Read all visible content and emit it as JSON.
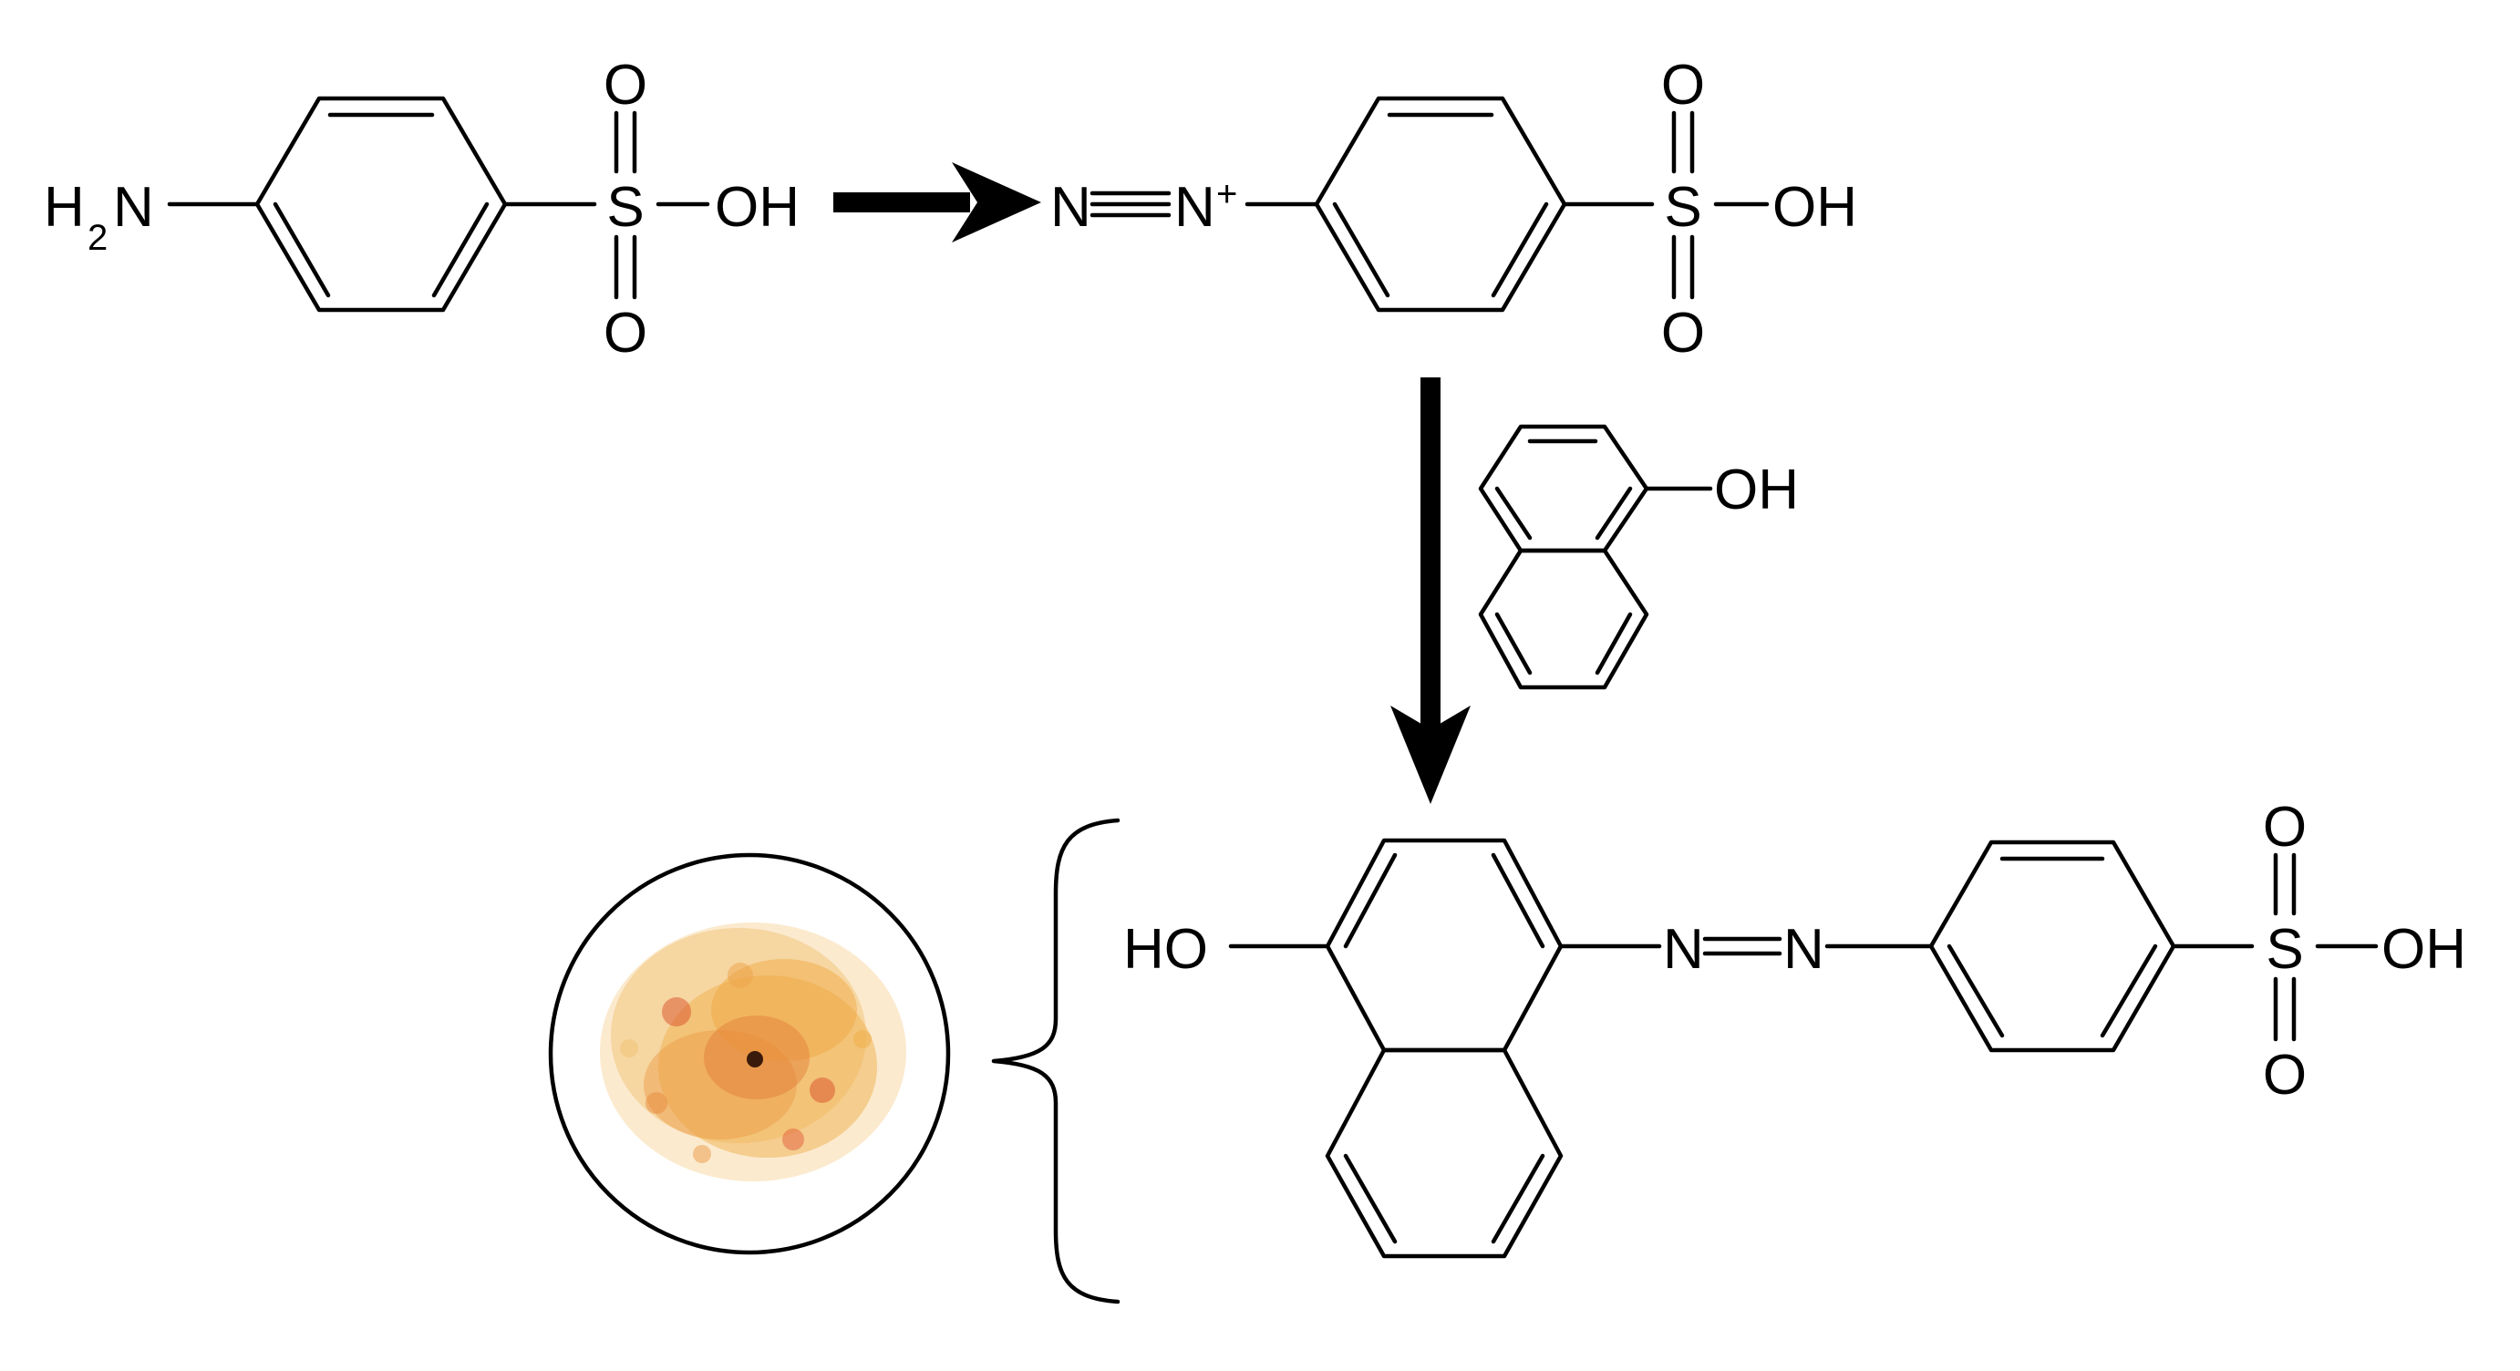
{
  "reaction_scheme": {
    "sulfanilic_acid": {
      "amine_h": "H",
      "amine_sub": "2",
      "amine_n": "N",
      "sulfur": "S",
      "oxygen_top": "O",
      "oxygen_bottom": "O",
      "hydroxyl": "OH"
    },
    "diazonium_salt": {
      "nitrogen_1": "N",
      "nitrogen_2": "N",
      "charge": "+",
      "sulfur": "S",
      "oxygen_top": "O",
      "oxygen_bottom": "O",
      "hydroxyl": "OH"
    },
    "naphthol_reagent": {
      "hydroxyl": "OH"
    },
    "azo_dye_product": {
      "hydroxyl": "HO",
      "nitrogen_1": "N",
      "nitrogen_2": "N",
      "sulfur": "S",
      "oxygen_top": "O",
      "oxygen_bottom": "O",
      "sulfonic_hydroxyl": "OH"
    }
  },
  "colors": {
    "ink": "#000000",
    "background": "#ffffff",
    "dye_light": "#f7d9a6",
    "dye_mid": "#f0b04e",
    "dye_dark": "#d9502b",
    "dye_core": "#3a1a0a"
  }
}
